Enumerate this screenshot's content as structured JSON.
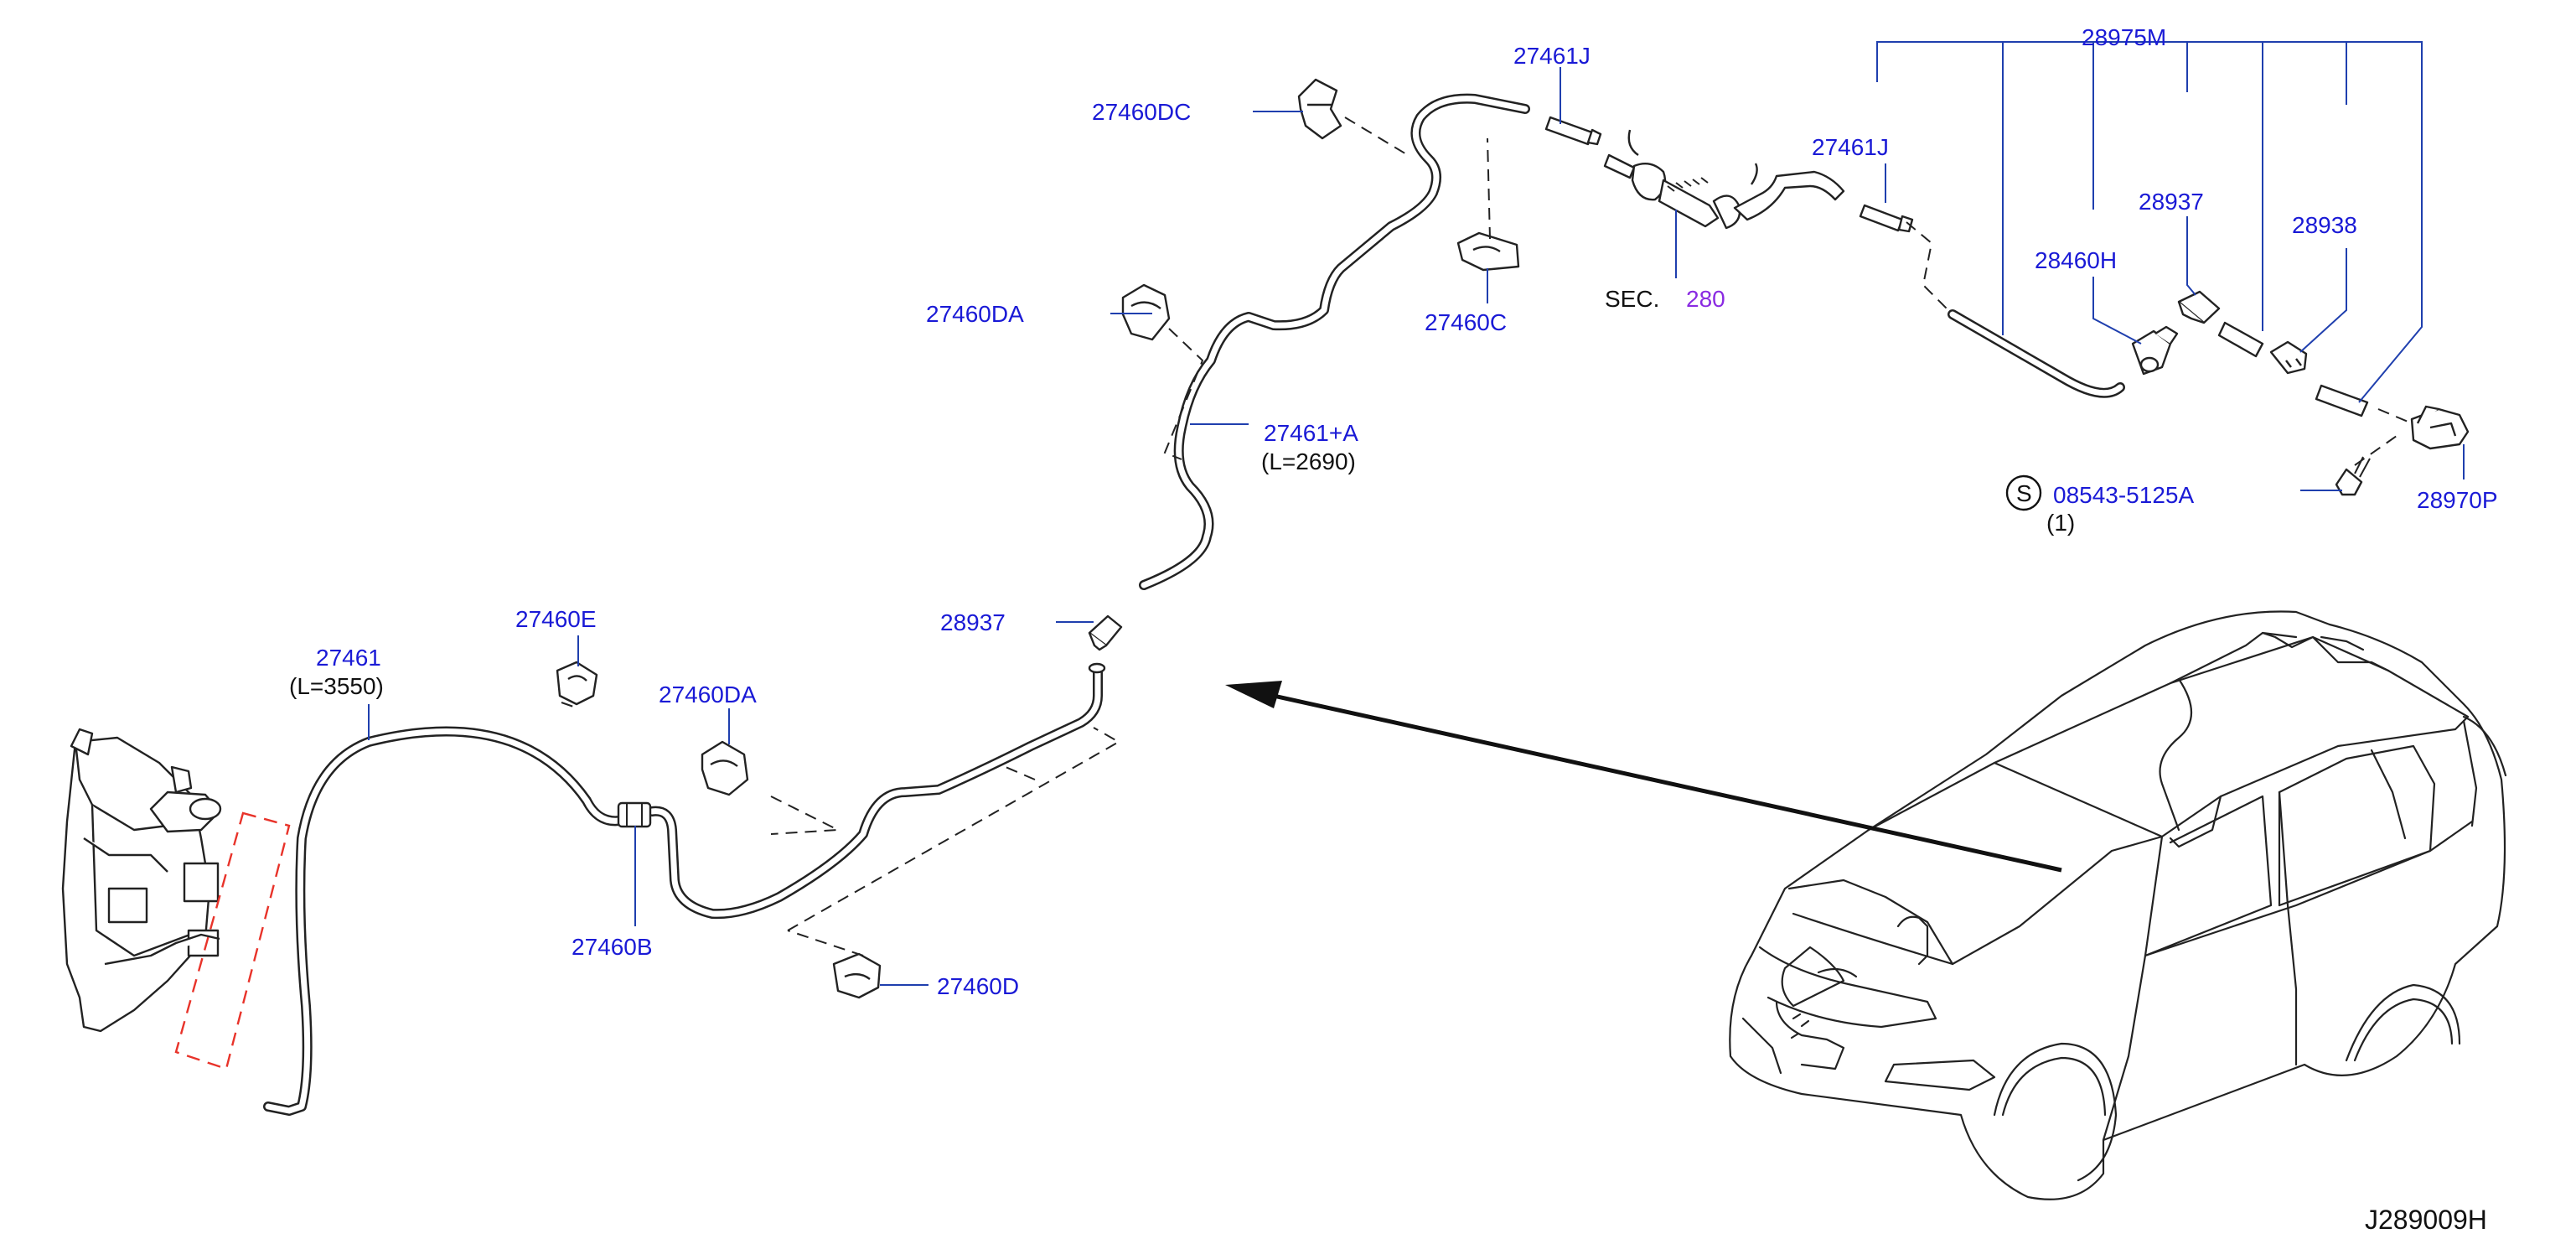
{
  "diagram": {
    "labels": {
      "p27460DC": "27460DC",
      "p27461J_a": "27461J",
      "p28975M": "28975M",
      "p27461J_b": "27461J",
      "p28937_a": "28937",
      "p28938": "28938",
      "p28460H": "28460H",
      "p27460DA_a": "27460DA",
      "p27460C": "27460C",
      "sec_prefix": "SEC.",
      "sec_number": "280",
      "p27461A": "27461+A",
      "p27461A_len": "(L=2690)",
      "s_symbol": "S",
      "p08543": "08543-5125A",
      "p08543_qty": "(1)",
      "p28970P": "28970P",
      "p28937_b": "28937",
      "p27460E": "27460E",
      "p27461": "27461",
      "p27461_len": "(L=3550)",
      "p27460DA_b": "27460DA",
      "p27460B": "27460B",
      "p27460D": "27460D",
      "drawing_code": "J289009H"
    },
    "colors": {
      "label": "#1a1ad6",
      "leader": "#1f3fae",
      "section": "#8a2be2",
      "highlight_dash": "#e8332a",
      "line": "#222222"
    }
  }
}
